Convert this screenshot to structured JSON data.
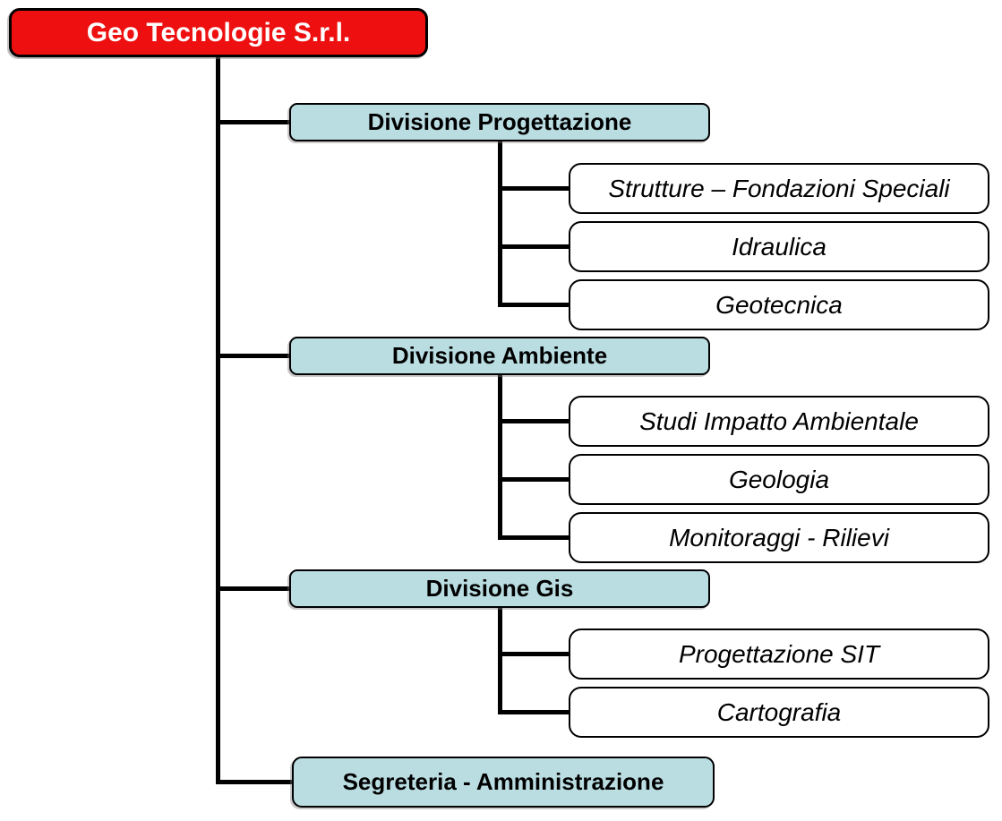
{
  "root": {
    "label": "Geo Tecnologie S.r.l."
  },
  "divisions": [
    {
      "label": "Divisione Progettazione",
      "children": [
        {
          "label": "Strutture – Fondazioni Speciali"
        },
        {
          "label": "Idraulica"
        },
        {
          "label": "Geotecnica"
        }
      ]
    },
    {
      "label": "Divisione Ambiente",
      "children": [
        {
          "label": "Studi Impatto Ambientale"
        },
        {
          "label": "Geologia"
        },
        {
          "label": "Monitoraggi - Rilievi"
        }
      ]
    },
    {
      "label": "Divisione Gis",
      "children": [
        {
          "label": "Progettazione SIT"
        },
        {
          "label": "Cartografia"
        }
      ]
    },
    {
      "label": "Segreteria - Amministrazione",
      "children": []
    }
  ],
  "colors": {
    "root_bg": "#EE1010",
    "root_text": "#FFFFFF",
    "division_bg": "#BADDE2",
    "leaf_bg": "#FFFFFF",
    "border": "#000000",
    "line": "#000000",
    "text": "#000000",
    "background": "#FFFFFF"
  }
}
